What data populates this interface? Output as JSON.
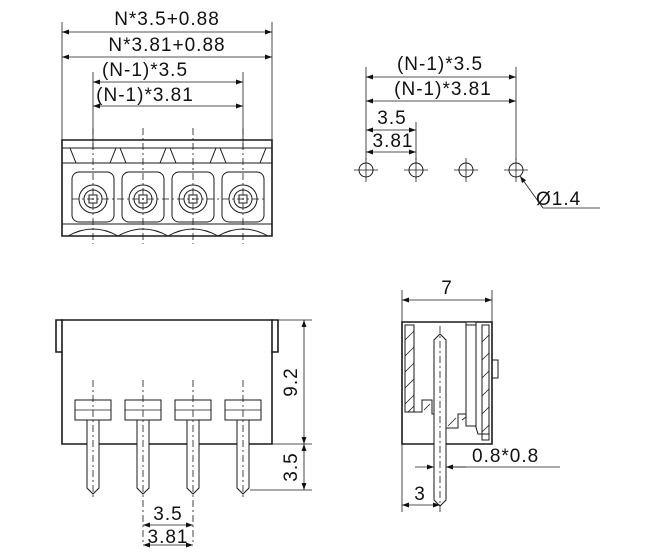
{
  "front_view": {
    "dims": {
      "overall_35": "N*3.5+0.88",
      "overall_381": "N*3.81+0.88",
      "span_35": "(N-1)*3.5",
      "span_381": "(N-1)*3.81"
    }
  },
  "hole_pattern": {
    "dims": {
      "span_35": "(N-1)*3.5",
      "span_381": "(N-1)*3.81",
      "pitch_35": "3.5",
      "pitch_381": "3.81",
      "hole_diameter": "Ø1.4"
    }
  },
  "side_view": {
    "dims": {
      "height": "9.2",
      "pin_length": "3.5",
      "pitch_35": "3.5",
      "pitch_381": "3.81"
    }
  },
  "end_view": {
    "dims": {
      "depth": "7",
      "pin_section": "0.8*0.8",
      "pin_offset": "3"
    }
  }
}
